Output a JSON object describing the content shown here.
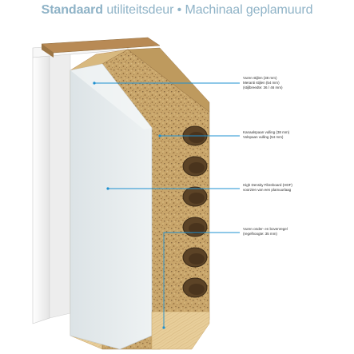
{
  "title": {
    "bold": "Standaard",
    "light": "utiliteitsdeur • Machinaal geplamuurd"
  },
  "annotations": [
    {
      "lines": [
        "Vuren stijlen (38 mm)",
        "Meranti stijlen (54 mm)",
        "(stijlbreedte: 36 / 46 mm)"
      ]
    },
    {
      "lines": [
        "Kanaalspaan vulling (38 mm)",
        "Volspaan vulling (54 mm)"
      ]
    },
    {
      "lines": [
        "High Density Fibreboard (HDF)",
        "voorzien van een plamuurlaag"
      ]
    },
    {
      "lines": [
        "Vuren onder- en bovenregel",
        "(regelhoogte: 35 mm)"
      ]
    }
  ],
  "colors": {
    "title": "#8FB3C7",
    "leader": "#1E90D0",
    "particleboard": "#C9A66B",
    "wood": "#E8CE9A",
    "hdf_face": "#E6ECEE",
    "frame": "#F2F2F2",
    "frame_top": "#B88A55"
  }
}
